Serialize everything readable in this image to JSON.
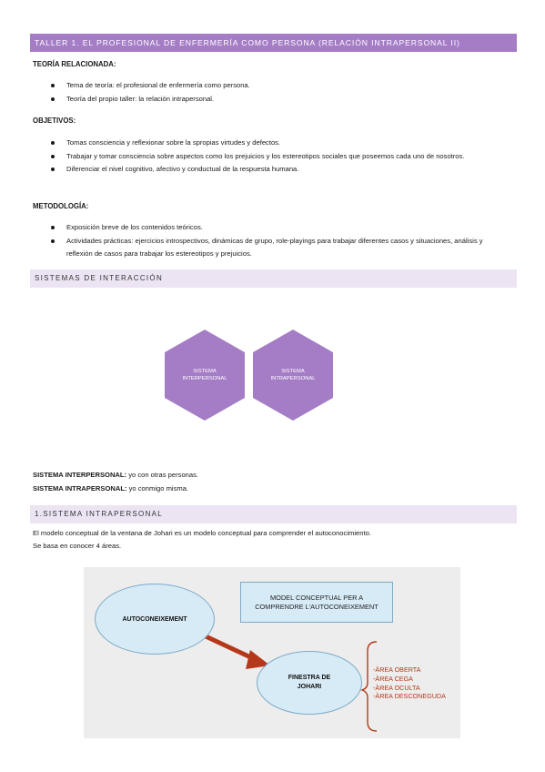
{
  "header": {
    "title": "TALLER 1. EL PROFESIONAL DE ENFERMERÍA COMO PERSONA (RELACIÓN INTRAPERSONAL II)"
  },
  "teoria": {
    "label": "TEORÍA RELACIONADA:",
    "items": [
      "Tema de teoría: el profesional de enfermería como persona.",
      "Teoría del propio taller: la relación intrapersonal."
    ]
  },
  "objetivos": {
    "label": "OBJETIVOS:",
    "items": [
      "Tomas consciencia y reflexionar sobre la spropias virtudes y defectos.",
      "Trabajar y tomar consciencia sobre aspectos como los prejuicios y los estereotipos sociales que poseemos cada uno de nosotros.",
      "Diferenciar el nivel cognitivo, afectivo y conductual de la respuesta humana."
    ]
  },
  "metodologia": {
    "label": "METODOLOGÍA:",
    "items": [
      "Exposición breve de los contenidos teóricos.",
      "Actividades prácticas: ejercicios introspectivos, dinámicas de grupo, role-playings para trabajar diferentes casos y situaciones, análisis y reflexión de casos para trabajar los estereotipos y prejuicios."
    ]
  },
  "sistemas": {
    "heading": "SISTEMAS DE INTERACCIÓN",
    "hex1": "SISTEMA INTERPERSONAL",
    "hex2": "SISTEMA INTRAPERSONAL",
    "def1_term": "SISTEMA INTERPERSONAL:",
    "def1_text": " yo con otras personas.",
    "def2_term": "SISTEMA INTRAPERSONAL:",
    "def2_text": " yo conmigo misma."
  },
  "intrapersonal": {
    "heading": "1.SISTEMA INTRAPERSONAL",
    "line1": "El modelo conceptual de la ventana de Johari es un modelo conceptual para comprender el autoconocimiento.",
    "line2": "Se basa en conocer 4 áreas."
  },
  "diagram": {
    "node_self": "AUTOCONEIXEMENT",
    "concept_line1": "MODEL CONCEPTUAL PER A",
    "concept_line2": "COMPRENDRE L'AUTOCONEIXEMENT",
    "node_window_line1": "FINESTRA DE",
    "node_window_line2": "JOHARI",
    "areas": [
      "-ÀREA OBERTA",
      "-ÀREA CEGA",
      "-ÀREA OCULTA",
      "-ÀREA DESCONEGUDA"
    ],
    "colors": {
      "arrow": "#b5381a",
      "ellipse_fill": "#d7ebf6",
      "ellipse_border": "#7eaac6"
    }
  },
  "theme": {
    "accent": "#a57dc6",
    "accent_light": "#ece4f3"
  }
}
